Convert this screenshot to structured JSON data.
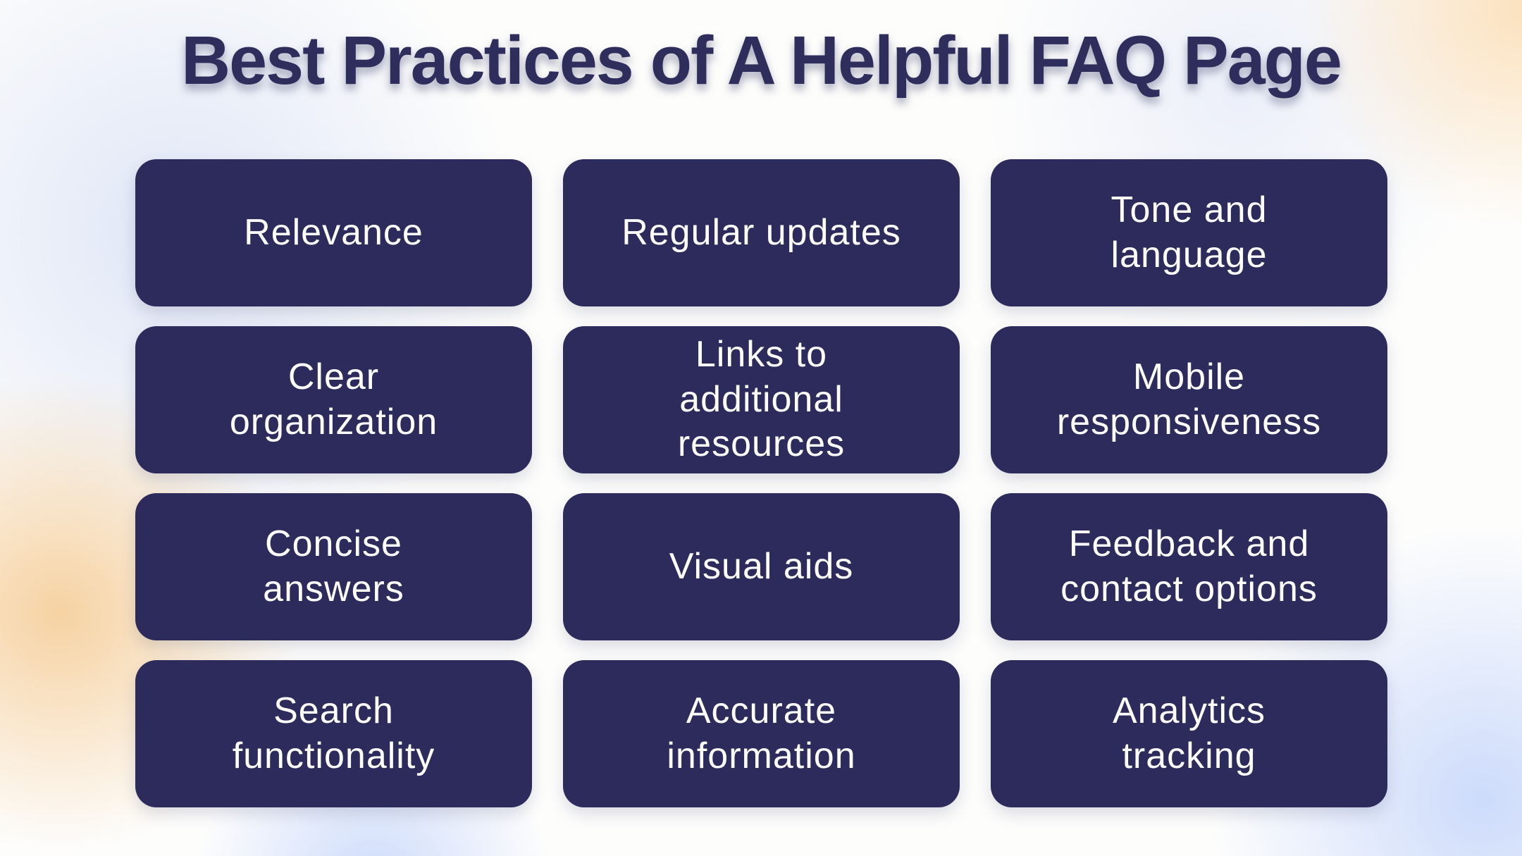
{
  "title": "Best Practices of A Helpful FAQ Page",
  "colors": {
    "page_bg": "#fdfdfc",
    "title": "#2e2d5c",
    "card_bg": "#2d2b5c",
    "card_text": "#ffffff",
    "blob_lavender": "#dfe6f7",
    "blob_peach": "#f6d2a2",
    "blob_peach_tr": "#fbe2bf",
    "blob_blue": "#cddbfb"
  },
  "cards": [
    {
      "label": "Relevance"
    },
    {
      "label": "Regular updates"
    },
    {
      "label": "Tone and\nlanguage"
    },
    {
      "label": "Clear\norganization"
    },
    {
      "label": "Links to\nadditional\nresources"
    },
    {
      "label": "Mobile\nresponsiveness"
    },
    {
      "label": "Concise\nanswers"
    },
    {
      "label": "Visual aids"
    },
    {
      "label": "Feedback and\ncontact options"
    },
    {
      "label": "Search\nfunctionality"
    },
    {
      "label": "Accurate\ninformation"
    },
    {
      "label": "Analytics\ntracking"
    }
  ]
}
